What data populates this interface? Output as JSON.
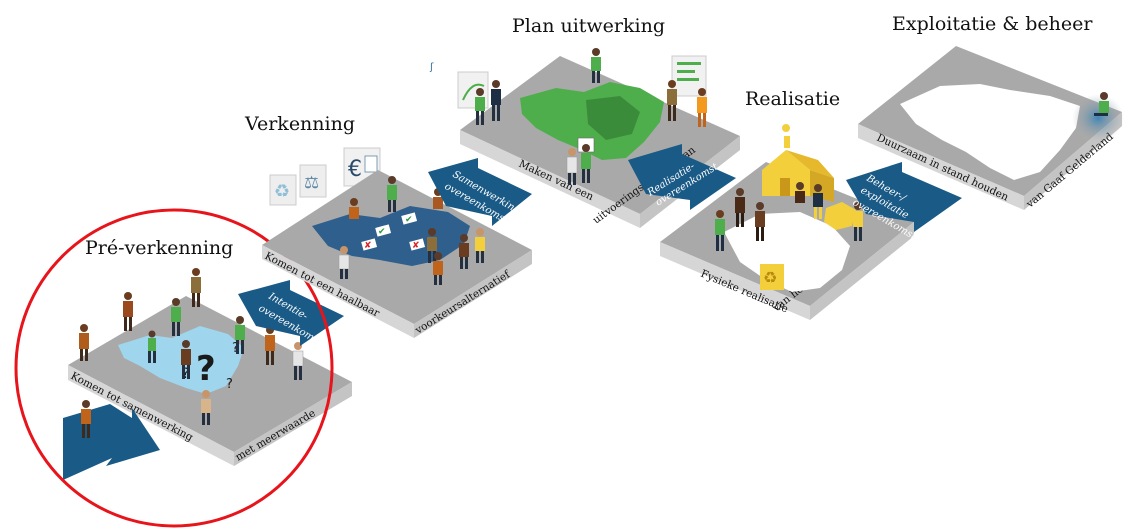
{
  "colors": {
    "platform_top": "#a9a9a9",
    "platform_side": "#d9d9d9",
    "map_blue": "#9fd6ee",
    "map_green": "#4fae4c",
    "arrow": "#1a5a86",
    "highlight_circle": "#e8141b",
    "house": "#f3cf3c"
  },
  "phases": [
    {
      "title": "Pré-verkenning",
      "edge_left": "Komen tot samenwerking",
      "edge_right": "met meerwaarde",
      "arrow_text": [
        "Intentie-",
        "overeenkomst"
      ]
    },
    {
      "title": "Verkenning",
      "edge_left": "Komen tot een haalbaar",
      "edge_right": "voorkeursalternatief",
      "arrow_text": [
        "Samenwerkings-",
        "overeenkomst"
      ],
      "icon_symbol": "€"
    },
    {
      "title": "Plan uitwerking",
      "edge_left": "Maken van een",
      "edge_right": "uitvoeringsgereed plan",
      "arrow_text": [
        "Realisatie-",
        "overeenkomst"
      ]
    },
    {
      "title": "Realisatie",
      "edge_left": "Fysieke realisatie",
      "edge_right": "van het plan",
      "arrow_text": [
        "Beheer-/",
        "exploitatie",
        "overeenkomst"
      ]
    },
    {
      "title": "Exploitatie & beheer",
      "edge_left": "Duurzaam in stand houden",
      "edge_right": "van Gaaf Gelderland"
    }
  ]
}
